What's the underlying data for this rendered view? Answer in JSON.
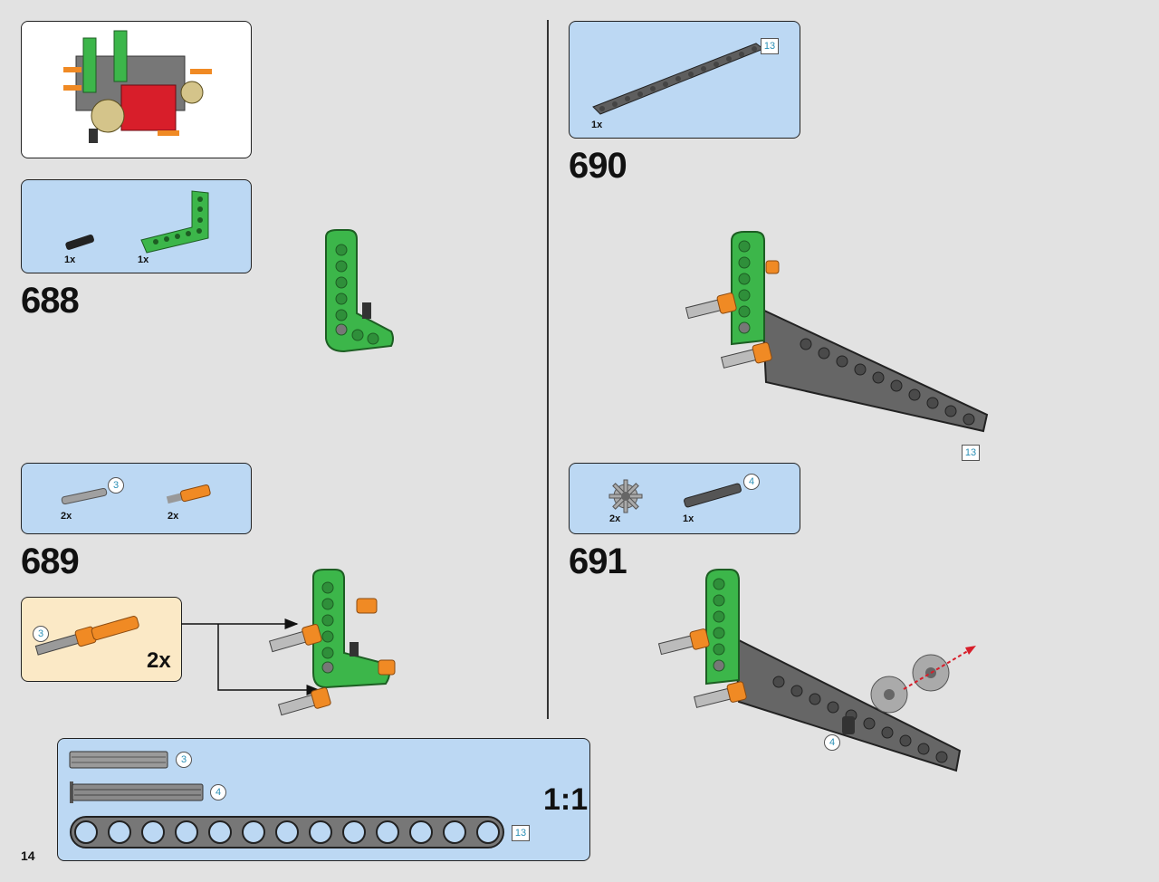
{
  "page": {
    "number": "14"
  },
  "colors": {
    "panel_blue": "#bcd8f3",
    "sub_panel": "#fbe9c6",
    "part_green": "#3cb64a",
    "part_orange": "#f08a24",
    "part_grey": "#5e5e5e",
    "callout_text": "#2a8fb6"
  },
  "steps": [
    {
      "number": "688",
      "parts": [
        {
          "qty": "1x",
          "icon": "black-pin-icon"
        },
        {
          "qty": "1x",
          "icon": "green-l-beam-icon"
        }
      ]
    },
    {
      "number": "689",
      "parts": [
        {
          "qty": "2x",
          "length": "3",
          "icon": "grey-axle-icon"
        },
        {
          "qty": "2x",
          "icon": "orange-axle-pin-icon"
        }
      ],
      "sub_assembly": {
        "length": "3",
        "qty": "2x"
      }
    },
    {
      "number": "690",
      "parts": [
        {
          "qty": "1x",
          "icon": "grey-beam-13-icon"
        }
      ],
      "length": "13",
      "model_callout": "13"
    },
    {
      "number": "691",
      "parts": [
        {
          "qty": "2x",
          "icon": "gear-icon"
        },
        {
          "qty": "1x",
          "length": "4",
          "icon": "dark-axle-icon"
        }
      ],
      "model_callout": "4"
    }
  ],
  "scale_panel": {
    "label": "1:1",
    "axle3": "3",
    "axle4": "4",
    "beam13": "13"
  }
}
